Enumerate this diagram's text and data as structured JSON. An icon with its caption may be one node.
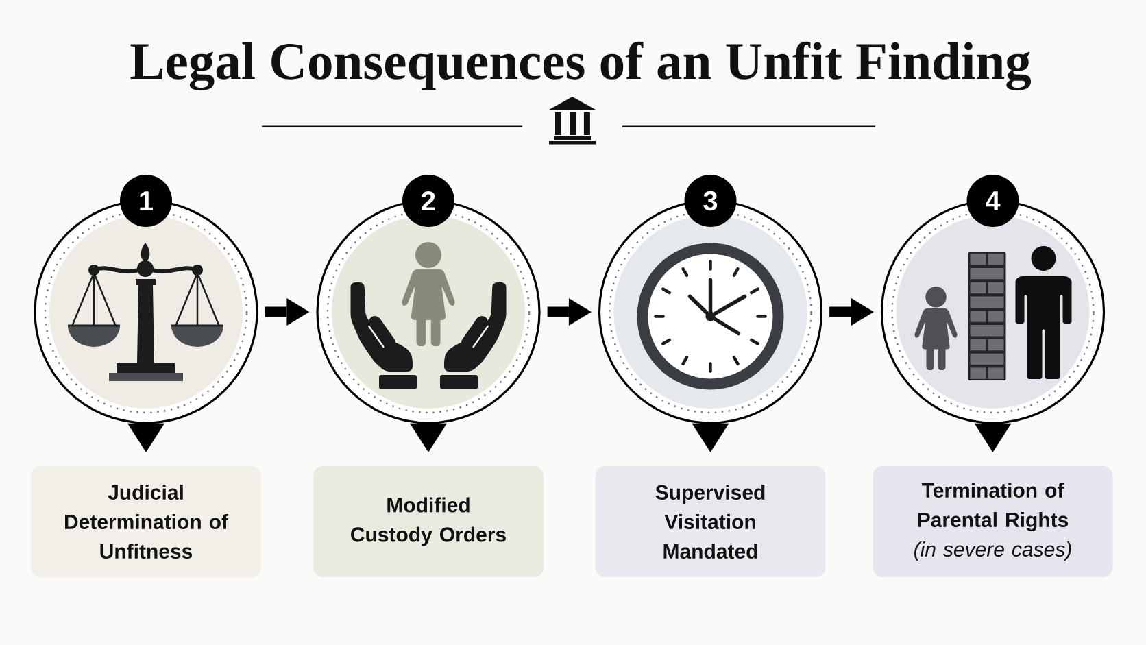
{
  "diagram": {
    "title": "Legal Consequences of an Unfit Finding",
    "nodes": [
      {
        "text": [
          "1"
        ]
      },
      {
        "text": [],
        "shape": "circle"
      },
      {
        "text": [
          "Judicial Determination of Unfitness"
        ]
      },
      {
        "text": [
          "2"
        ]
      },
      {
        "text": [],
        "shape": "circle"
      },
      {
        "text": [
          "Modified Custody Orders"
        ]
      },
      {
        "text": [
          "3"
        ]
      },
      {
        "text": [],
        "shape": "circle"
      },
      {
        "text": [
          "Supervised Visitation Mandated"
        ]
      },
      {
        "text": [
          "4"
        ]
      },
      {
        "text": [],
        "shape": "circle"
      },
      {
        "text": [
          "Termination of Parental Rights",
          "(in severe cases)"
        ]
      }
    ],
    "edges": [
      {
        "from": 1,
        "to": 4,
        "arrow": "to"
      },
      {
        "from": 4,
        "to": 7,
        "arrow": "to"
      },
      {
        "from": 7,
        "to": 10,
        "arrow": "to"
      },
      {
        "from": 1,
        "to": 2,
        "arrow": "to"
      },
      {
        "from": 4,
        "to": 5,
        "arrow": "to"
      },
      {
        "from": 7,
        "to": 8,
        "arrow": "to"
      },
      {
        "from": 10,
        "to": 11,
        "arrow": "to"
      }
    ]
  }
}
